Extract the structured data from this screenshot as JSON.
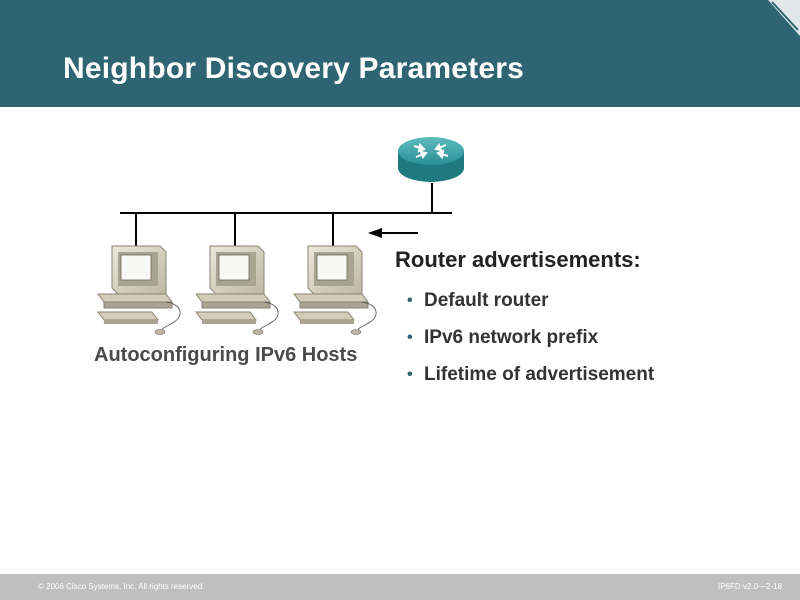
{
  "slide": {
    "title": "Neighbor Discovery Parameters"
  },
  "diagram": {
    "hosts_caption": "Autoconfiguring IPv6 Hosts",
    "router_icon": "router-icon",
    "host_icon": "desktop-computer-icon",
    "colors": {
      "header": "#2f6572",
      "router": "#2a8f95",
      "host": "#d9d4c2"
    }
  },
  "router_advertisements": {
    "heading": "Router advertisements:",
    "items": [
      "Default router",
      "IPv6 network prefix",
      "Lifetime of advertisement"
    ]
  },
  "footer": {
    "copyright": "© 2006 Cisco Systems, Inc. All rights reserved.",
    "course_id": "IP6FD v2.0—2-18"
  }
}
